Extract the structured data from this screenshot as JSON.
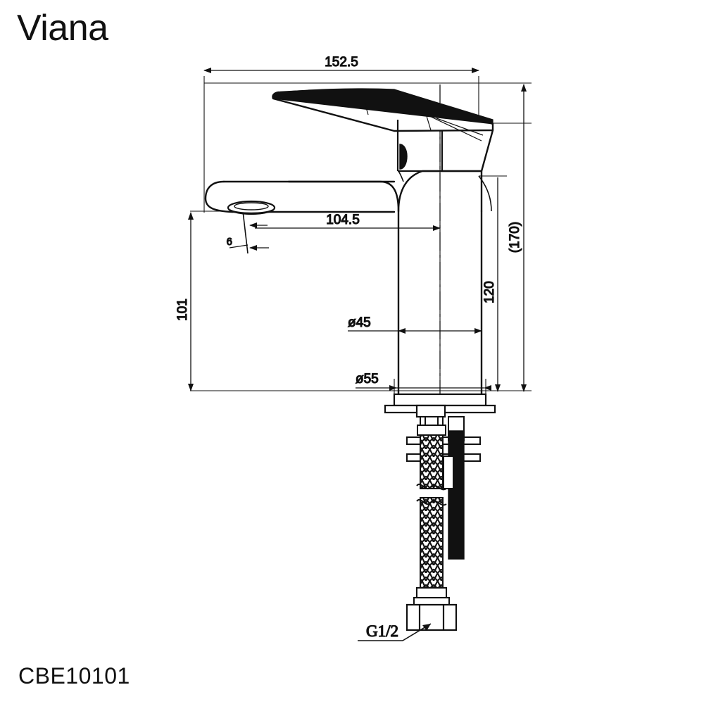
{
  "brand": {
    "name": "Viana"
  },
  "product": {
    "code": "CBE10101"
  },
  "drawing": {
    "type": "technical-dimension-drawing",
    "subject": "single-lever basin mixer tap",
    "units": "mm",
    "line_color": "#111111"
  },
  "dimensions": {
    "overall_width": "152.5",
    "spout_reach": "104.5",
    "spout_height": "101",
    "body_height": "120",
    "total_height": "(170)",
    "aerator_offset": "6",
    "body_diameter": "ø45",
    "base_diameter": "ø55",
    "supply_thread": "G1/2"
  },
  "labels": [
    {
      "id": "w-152",
      "text": "152.5",
      "kind": "horizontal-dimension"
    },
    {
      "id": "r-104",
      "text": "104.5",
      "kind": "horizontal-dimension"
    },
    {
      "id": "d45",
      "text": "ø45",
      "kind": "diameter-dimension"
    },
    {
      "id": "d55",
      "text": "ø55",
      "kind": "diameter-dimension"
    },
    {
      "id": "h-101",
      "text": "101",
      "kind": "vertical-dimension"
    },
    {
      "id": "h-120",
      "text": "120",
      "kind": "vertical-dimension"
    },
    {
      "id": "h-170",
      "text": "(170)",
      "kind": "vertical-reference-dimension"
    },
    {
      "id": "t-6",
      "text": "6",
      "kind": "detail-dimension"
    },
    {
      "id": "thread",
      "text": "G1/2",
      "kind": "thread-callout"
    }
  ]
}
